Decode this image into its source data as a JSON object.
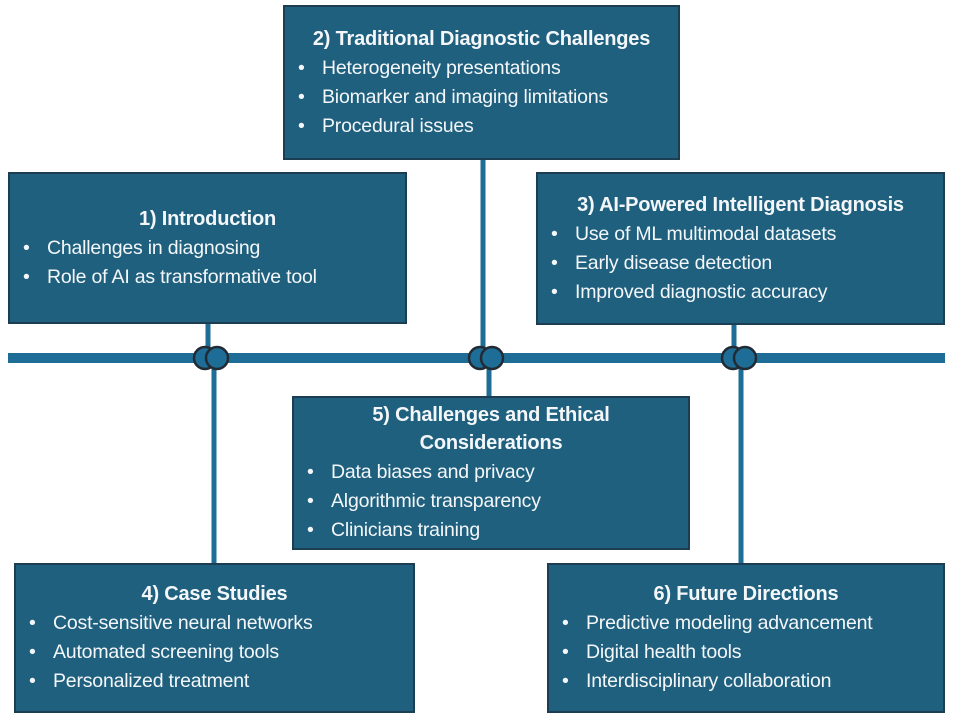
{
  "colors": {
    "background": "#ffffff",
    "box_fill": "#20607f",
    "box_border": "#1d3d52",
    "line_color": "#1d6d97",
    "circle_fill": "#1d6d97",
    "circle_stroke": "#222b33",
    "text_color": "#f4f7f9"
  },
  "boxes": [
    {
      "title": "1) Introduction",
      "bullets": [
        "Challenges in diagnosing",
        "Role of AI as transformative tool"
      ]
    },
    {
      "title": "2) Traditional Diagnostic Challenges",
      "bullets": [
        "Heterogeneity presentations",
        "Biomarker and imaging limitations",
        "Procedural issues"
      ]
    },
    {
      "title": "3) AI-Powered Intelligent Diagnosis",
      "bullets": [
        "Use of ML multimodal datasets",
        "Early disease detection",
        "Improved diagnostic accuracy"
      ]
    },
    {
      "title": "4) Case Studies",
      "bullets": [
        "Cost-sensitive neural networks",
        "Automated screening tools",
        "Personalized treatment"
      ]
    },
    {
      "title": "5) Challenges and Ethical Considerations",
      "bullets": [
        "Data biases and privacy",
        "Algorithmic transparency",
        "Clinicians training"
      ]
    },
    {
      "title": "6) Future Directions",
      "bullets": [
        "Predictive modeling advancement",
        "Digital health tools",
        "Interdisciplinary collaboration"
      ]
    }
  ]
}
